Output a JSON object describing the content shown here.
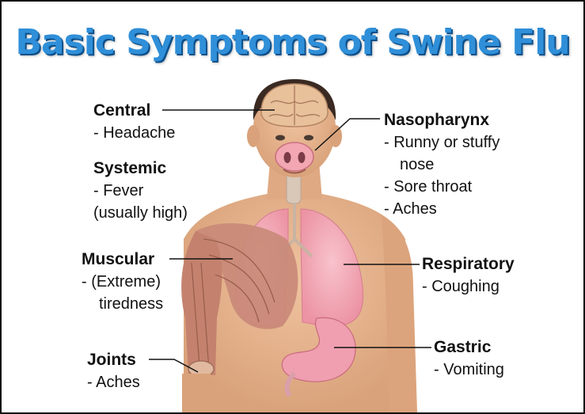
{
  "title": "Basic Symptoms of Swine Flu",
  "colors": {
    "title": "#2f8fd8",
    "title_shadow": "#0d4f8a",
    "skin": "#e7b58e",
    "brain": "#e8c09a",
    "lungs": "#f2a6b4",
    "stomach": "#ef9fb0",
    "muscle": "#c98a78"
  },
  "labels": {
    "central": {
      "head": "Central",
      "lines": [
        "- Headache"
      ]
    },
    "systemic": {
      "head": "Systemic",
      "lines": [
        "- Fever",
        "(usually high)"
      ]
    },
    "muscular": {
      "head": "Muscular",
      "lines": [
        "- (Extreme)",
        "tiredness"
      ]
    },
    "joints": {
      "head": "Joints",
      "lines": [
        "- Aches"
      ]
    },
    "nasopharynx": {
      "head": "Nasopharynx",
      "lines": [
        "- Runny or stuffy",
        "nose",
        "- Sore throat",
        "- Aches"
      ]
    },
    "respiratory": {
      "head": "Respiratory",
      "lines": [
        "- Coughing"
      ]
    },
    "gastric": {
      "head": "Gastric",
      "lines": [
        "- Vomiting"
      ]
    }
  },
  "icons": [
    "human-body-illustration",
    "brain-icon",
    "pig-snout-icon",
    "lungs-icon",
    "stomach-icon",
    "arm-muscle-icon"
  ]
}
